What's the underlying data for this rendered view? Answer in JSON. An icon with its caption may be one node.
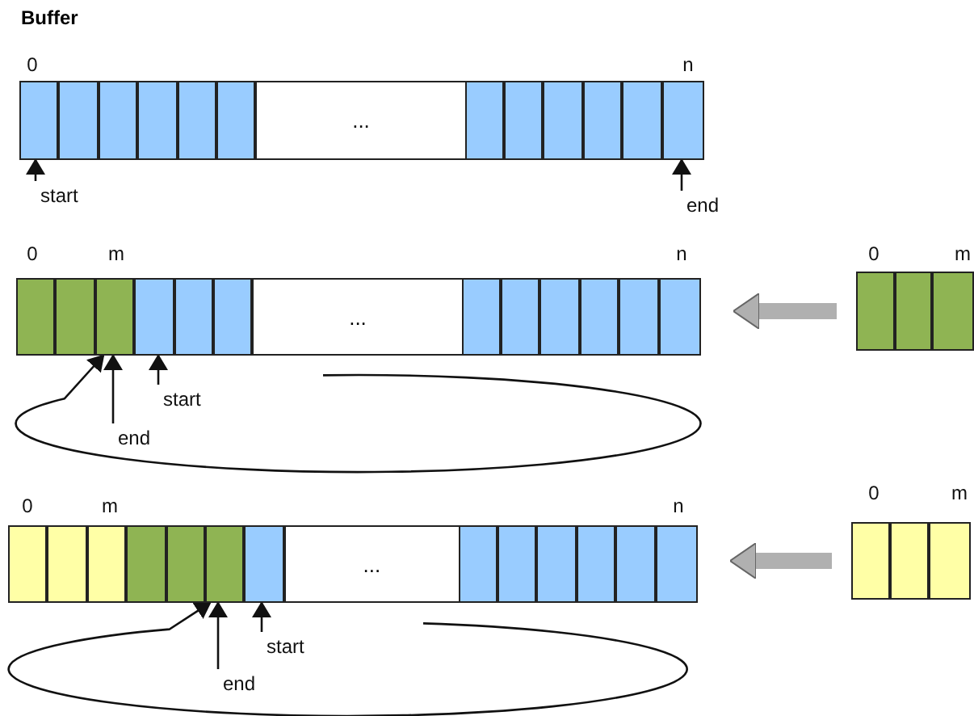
{
  "diagram": {
    "title": "Buffer",
    "nodes": [
      {
        "text": [
          "..."
        ],
        "beside": [
          "0",
          "n"
        ]
      },
      {
        "text": [
          "start"
        ]
      },
      {
        "text": [
          "end"
        ]
      },
      {
        "text": [
          "..."
        ],
        "beside": [
          "0",
          "m",
          "n"
        ]
      },
      {
        "text": [],
        "shape": "bar",
        "beside": [
          "0",
          "m"
        ]
      },
      {
        "text": [
          "start"
        ]
      },
      {
        "text": [
          "end"
        ]
      },
      {
        "text": [
          "..."
        ],
        "beside": [
          "0",
          "m",
          "n"
        ]
      },
      {
        "text": [],
        "shape": "bar",
        "beside": [
          "0",
          "m"
        ]
      },
      {
        "text": [
          "start"
        ]
      },
      {
        "text": [
          "end"
        ]
      }
    ],
    "edges": [
      {
        "from": 1,
        "to": 0,
        "arrow": "to"
      },
      {
        "from": 2,
        "to": 0,
        "arrow": "to"
      },
      {
        "from": 4,
        "to": 3,
        "arrow": "to",
        "style": "thick",
        "color": "#b0b0b0"
      },
      {
        "from": 5,
        "to": 3,
        "arrow": "to"
      },
      {
        "from": 6,
        "to": 3,
        "arrow": "to"
      },
      {
        "from": null,
        "to": 3,
        "arrow": "to"
      },
      {
        "from": 8,
        "to": 7,
        "arrow": "to",
        "style": "thick",
        "color": "#b0b0b0"
      },
      {
        "from": 9,
        "to": 7,
        "arrow": "to"
      },
      {
        "from": 10,
        "to": 7,
        "arrow": "to"
      },
      {
        "from": null,
        "to": 7,
        "arrow": "to"
      }
    ]
  }
}
